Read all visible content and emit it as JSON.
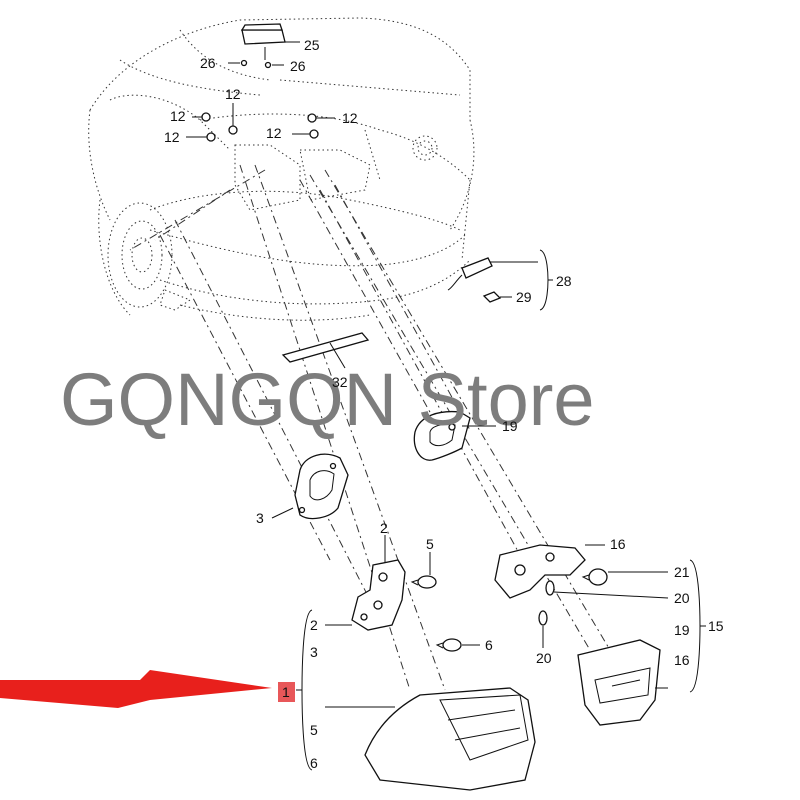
{
  "watermark": "GQNGQN  Store",
  "callouts": {
    "c25": "25",
    "c26a": "26",
    "c26b": "26",
    "c12a": "12",
    "c12b": "12",
    "c12c": "12",
    "c12d": "12",
    "c12e": "12",
    "c28": "28",
    "c29": "29",
    "c32": "32",
    "c19": "19",
    "c3": "3",
    "c2": "2",
    "c5": "5",
    "c6": "6",
    "c16": "16",
    "c21": "21",
    "c20a": "20",
    "c20b": "20",
    "c15": "15"
  },
  "group_left": [
    "2",
    "3",
    "1",
    "5",
    "6"
  ],
  "group_right": [
    "21",
    "20",
    "19",
    "16"
  ],
  "highlight": {
    "label": "1",
    "color": "#e4393c",
    "arrow_color": "#e8201c"
  },
  "colors": {
    "watermark": "#7d7d7d",
    "line": "#111111"
  }
}
